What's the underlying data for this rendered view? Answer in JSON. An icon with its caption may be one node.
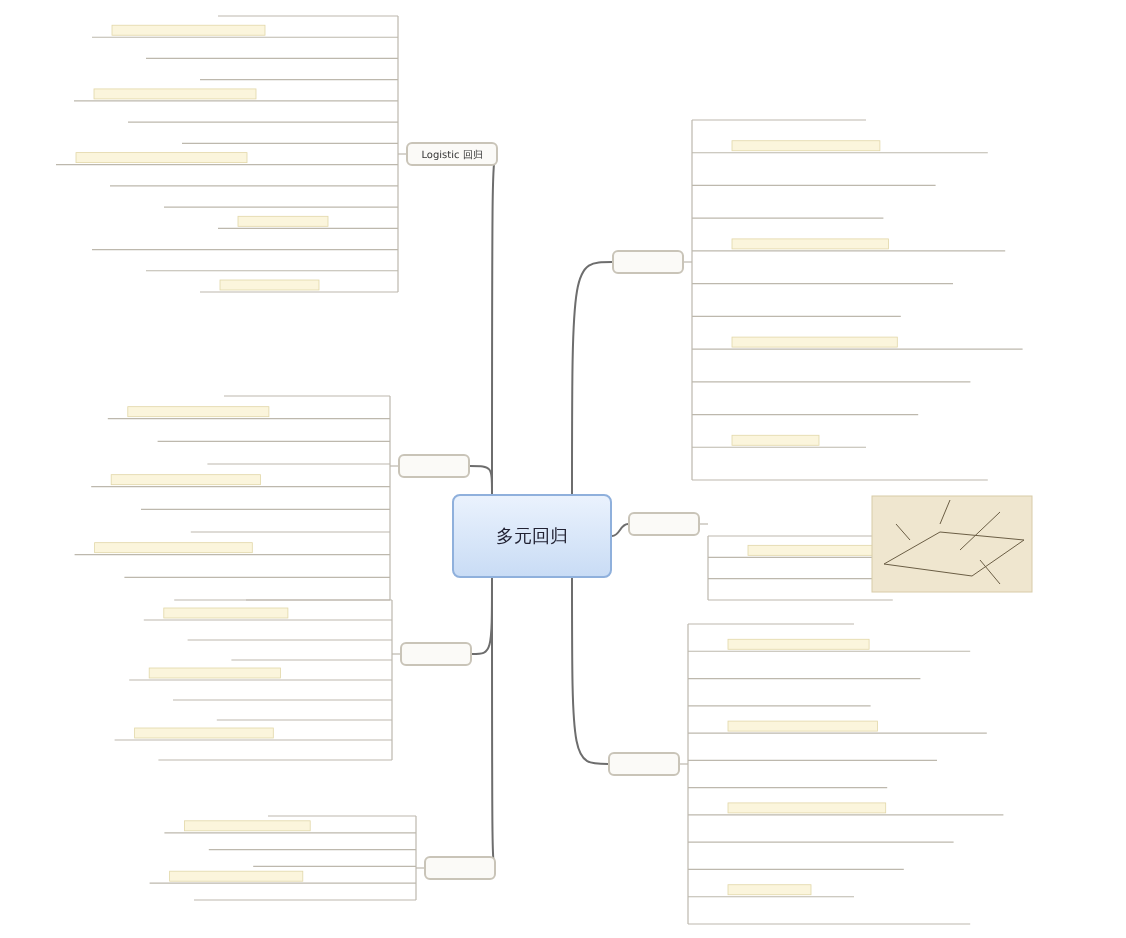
{
  "diagram": {
    "nodes": [
      {
        "text": [
          "多元回归"
        ]
      },
      {
        "text": [
          "Logistic 回归"
        ]
      },
      {
        "text": [],
        "shape": "box"
      },
      {
        "text": [],
        "shape": "box"
      },
      {
        "text": [],
        "shape": "box"
      },
      {
        "text": [],
        "shape": "box"
      },
      {
        "text": [],
        "shape": "box"
      },
      {
        "text": [],
        "shape": "box"
      }
    ],
    "edges": [
      {
        "from": 0,
        "to": 1,
        "arrow": "none"
      },
      {
        "from": 0,
        "to": 2,
        "arrow": "none"
      },
      {
        "from": 0,
        "to": 3,
        "arrow": "none"
      },
      {
        "from": 0,
        "to": 4,
        "arrow": "none"
      },
      {
        "from": 0,
        "to": 5,
        "arrow": "none"
      },
      {
        "from": 0,
        "to": 6,
        "arrow": "none"
      },
      {
        "from": 0,
        "to": 7,
        "arrow": "none"
      }
    ]
  }
}
